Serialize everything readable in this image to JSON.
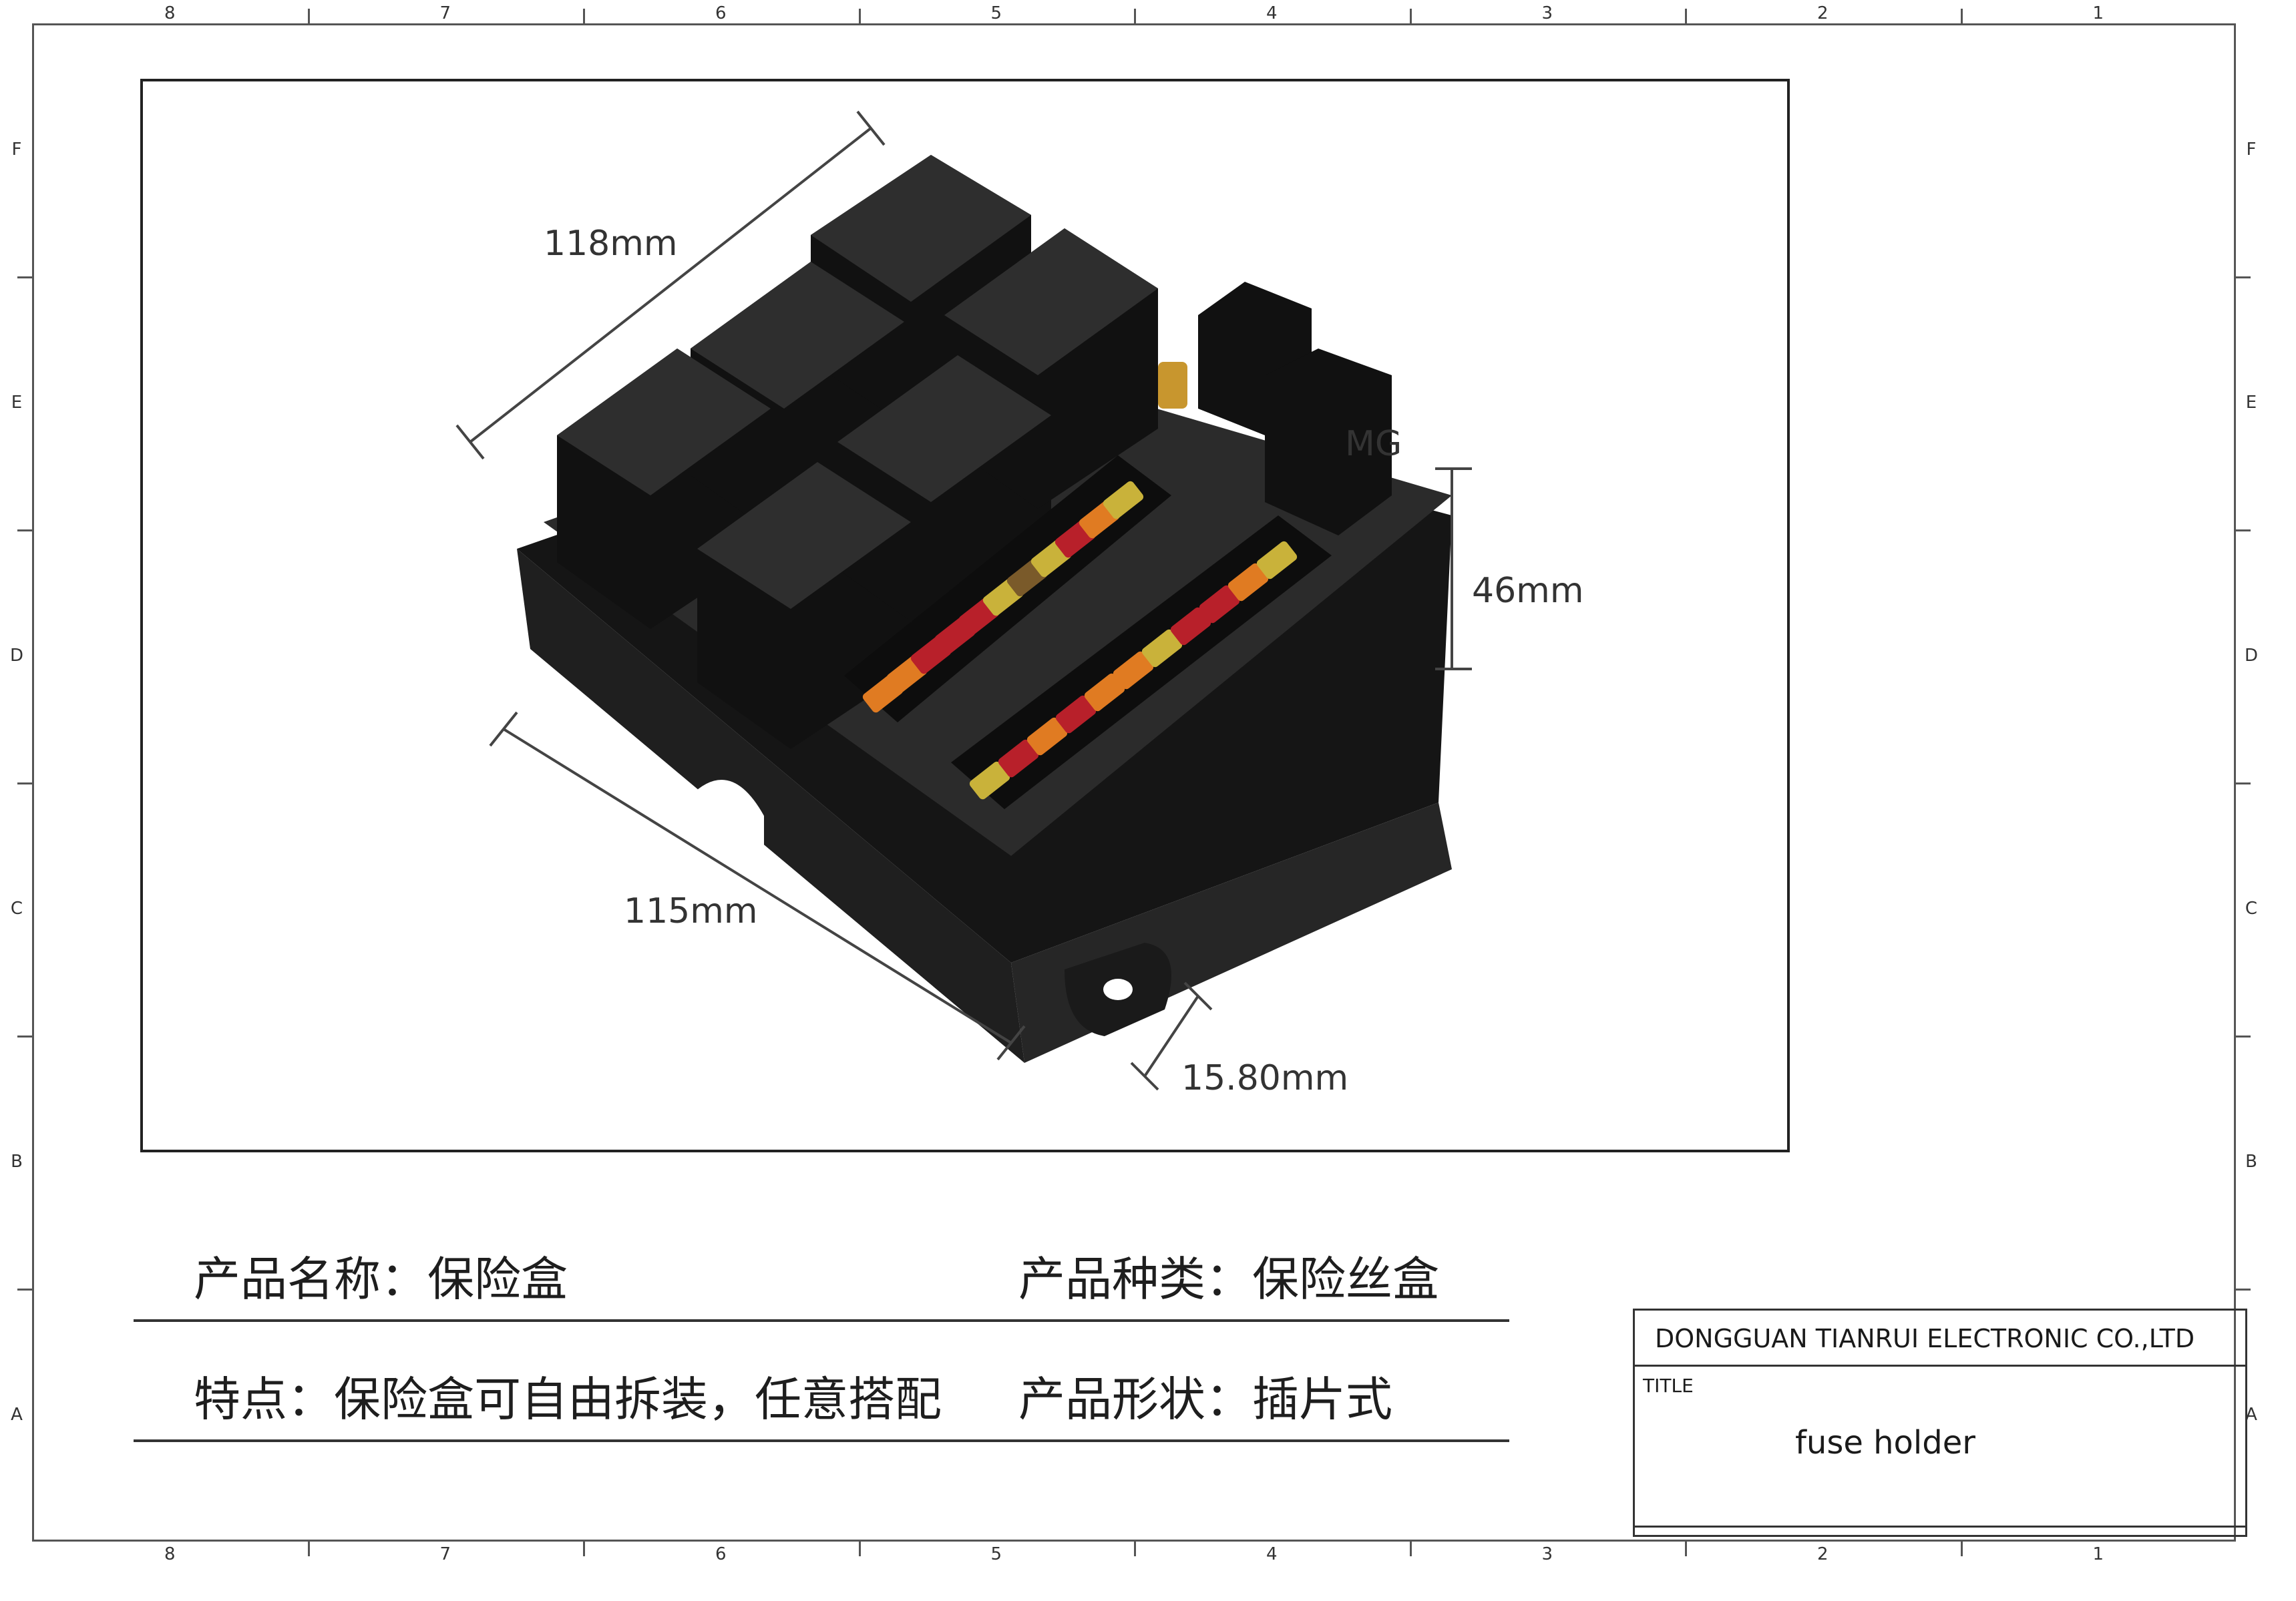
{
  "frame": {
    "zone_numbers": [
      "8",
      "7",
      "6",
      "5",
      "4",
      "3",
      "2",
      "1"
    ],
    "zone_letters": [
      "F",
      "E",
      "D",
      "C",
      "B",
      "A"
    ]
  },
  "photo": {
    "dimension_labels": {
      "length": "118mm",
      "height": "46mm",
      "width": "115mm",
      "ear": "15.80mm"
    },
    "relay_label": "MG"
  },
  "info": {
    "name": "产品名称：保险盒",
    "category": "产品种类：保险丝盒",
    "feature": "特点：保险盒可自由拆装，任意搭配",
    "shape": "产品形状：插片式"
  },
  "title_block": {
    "company": "DONGGUAN TIANRUI ELECTRONIC CO.,LTD",
    "title_label": "TITLE",
    "title_value": "fuse holder"
  },
  "colors": {
    "housing": "#1c1c1c",
    "fuse_orange": "#e07b22",
    "fuse_red": "#b8202a",
    "fuse_yellow": "#c9b23a",
    "fuse_brown": "#7a5a2a",
    "brass_nut": "#c8962e"
  }
}
